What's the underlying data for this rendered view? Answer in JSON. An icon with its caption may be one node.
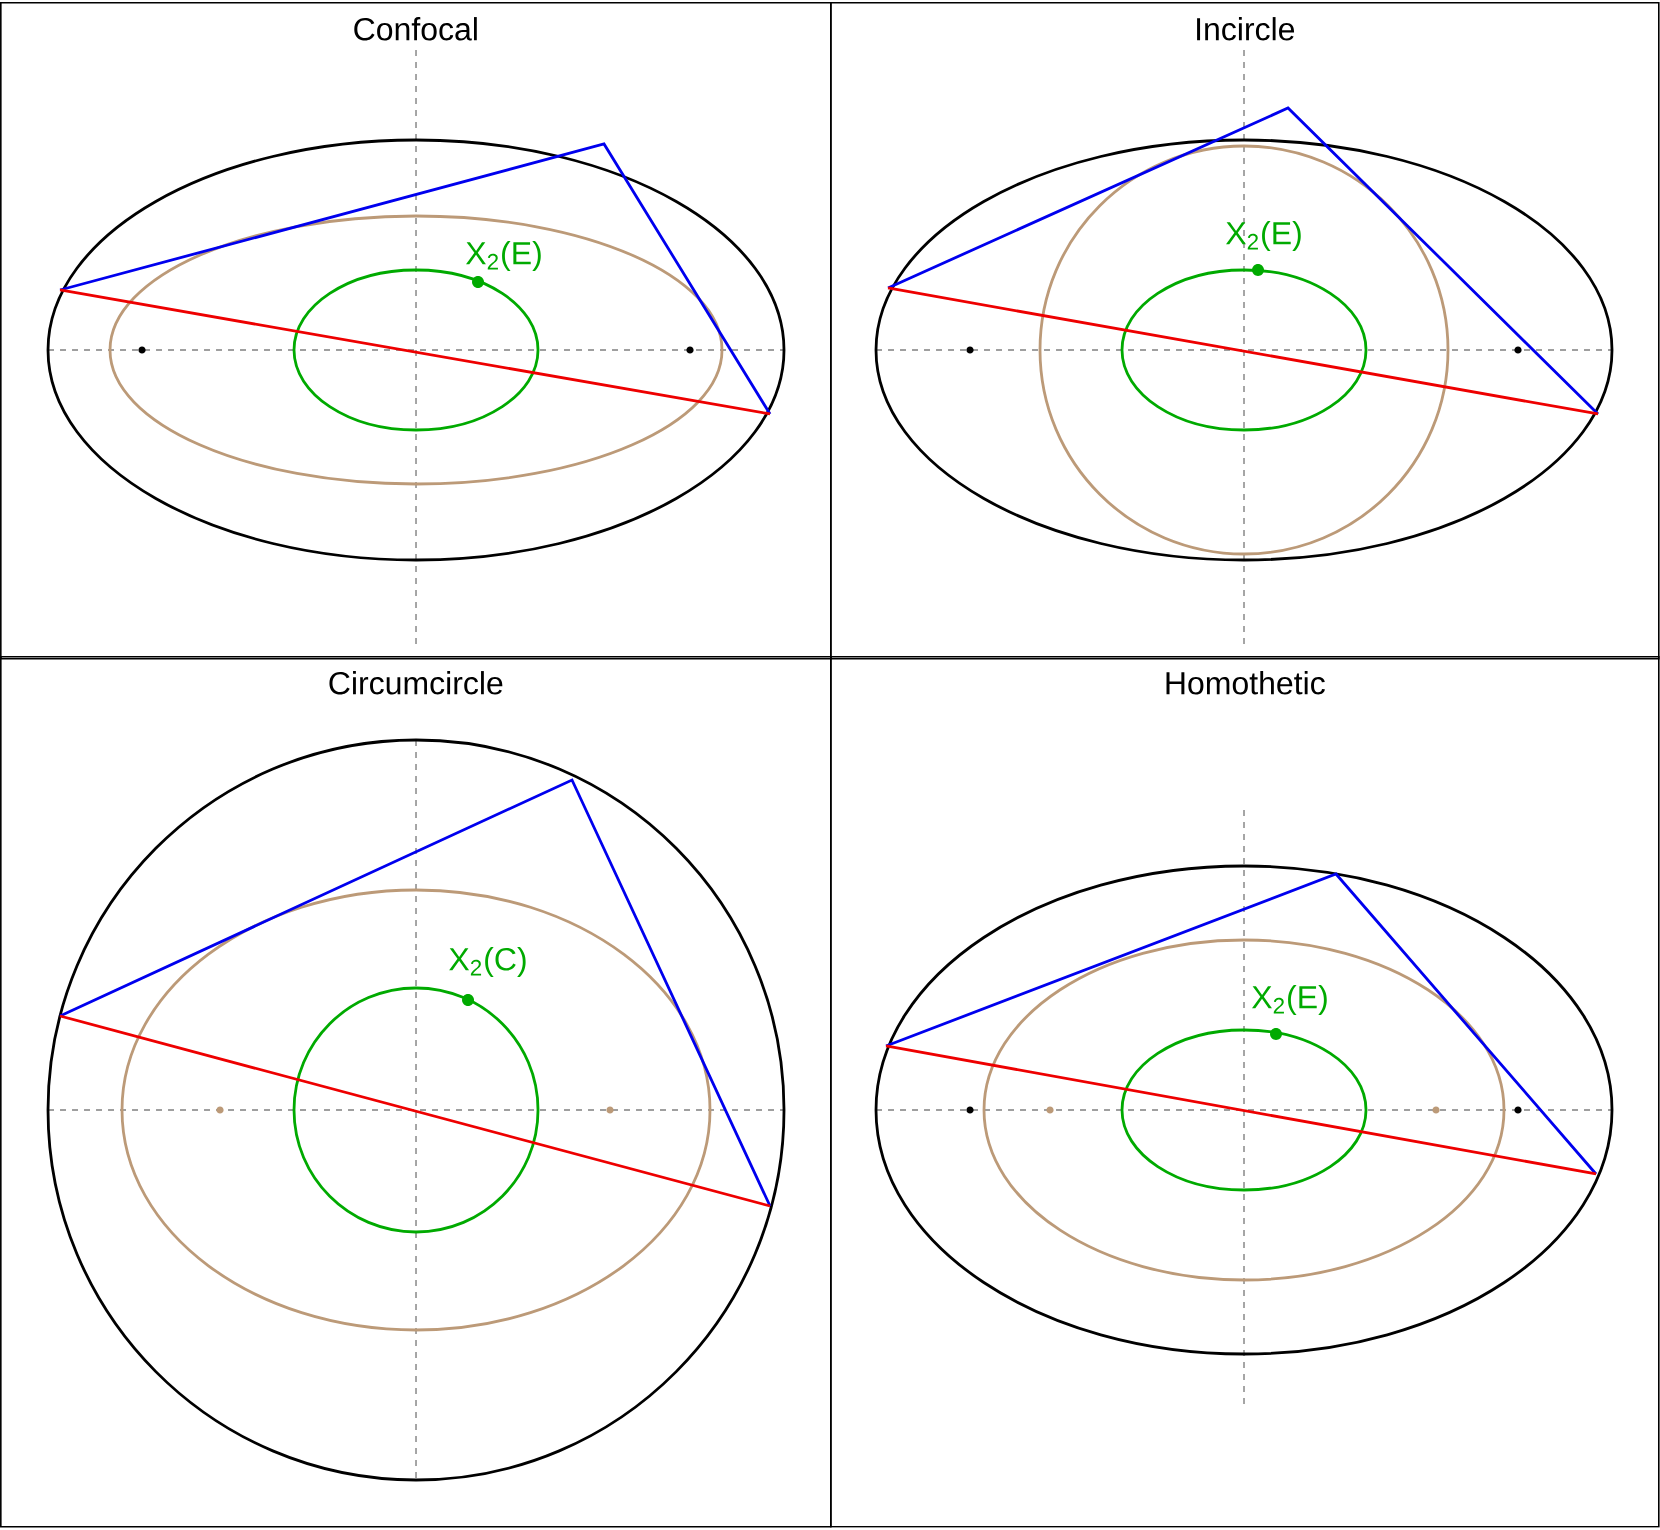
{
  "diagram": {
    "nodes": [
      {
        "text": [
          "Confocal"
        ]
      },
      {
        "text": [
          "Incircle"
        ]
      },
      {
        "text": [
          "Circumcircle"
        ]
      },
      {
        "text": [
          "Homothetic"
        ]
      }
    ],
    "labels": [
      "X$_{2}$(E)",
      "X$_{2}$(E)",
      "X$_{2}$(C)",
      "X$_{2}$(E)"
    ]
  }
}
